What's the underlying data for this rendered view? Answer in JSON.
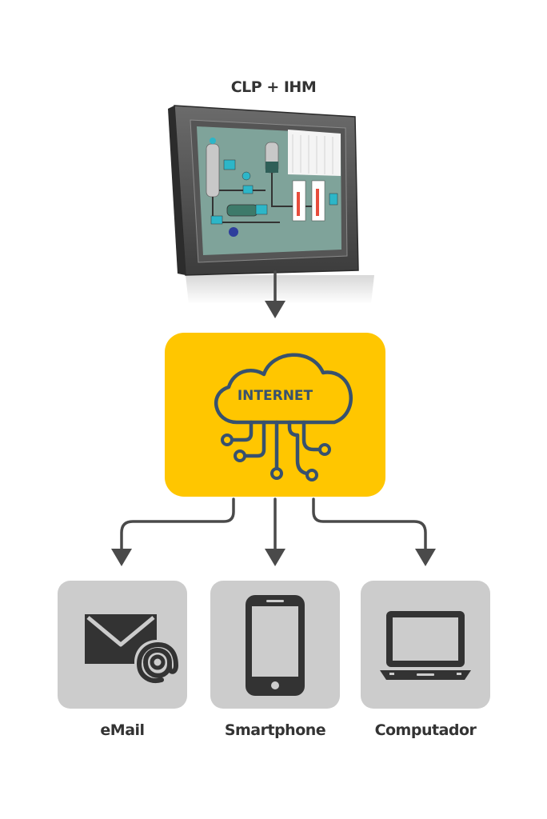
{
  "diagram": {
    "title": "CLP + IHM",
    "hub_label": "INTERNET",
    "devices": [
      {
        "id": "email",
        "label": "eMail",
        "icon": "email-at-icon"
      },
      {
        "id": "smartphone",
        "label": "Smartphone",
        "icon": "smartphone-icon"
      },
      {
        "id": "computer",
        "label": "Computador",
        "icon": "laptop-icon"
      }
    ]
  },
  "colors": {
    "accent": "#ffc600",
    "cloud_stroke": "#37516e",
    "arrow": "#4a4a4a",
    "device_bg": "#cccccc",
    "icon": "#333333"
  }
}
